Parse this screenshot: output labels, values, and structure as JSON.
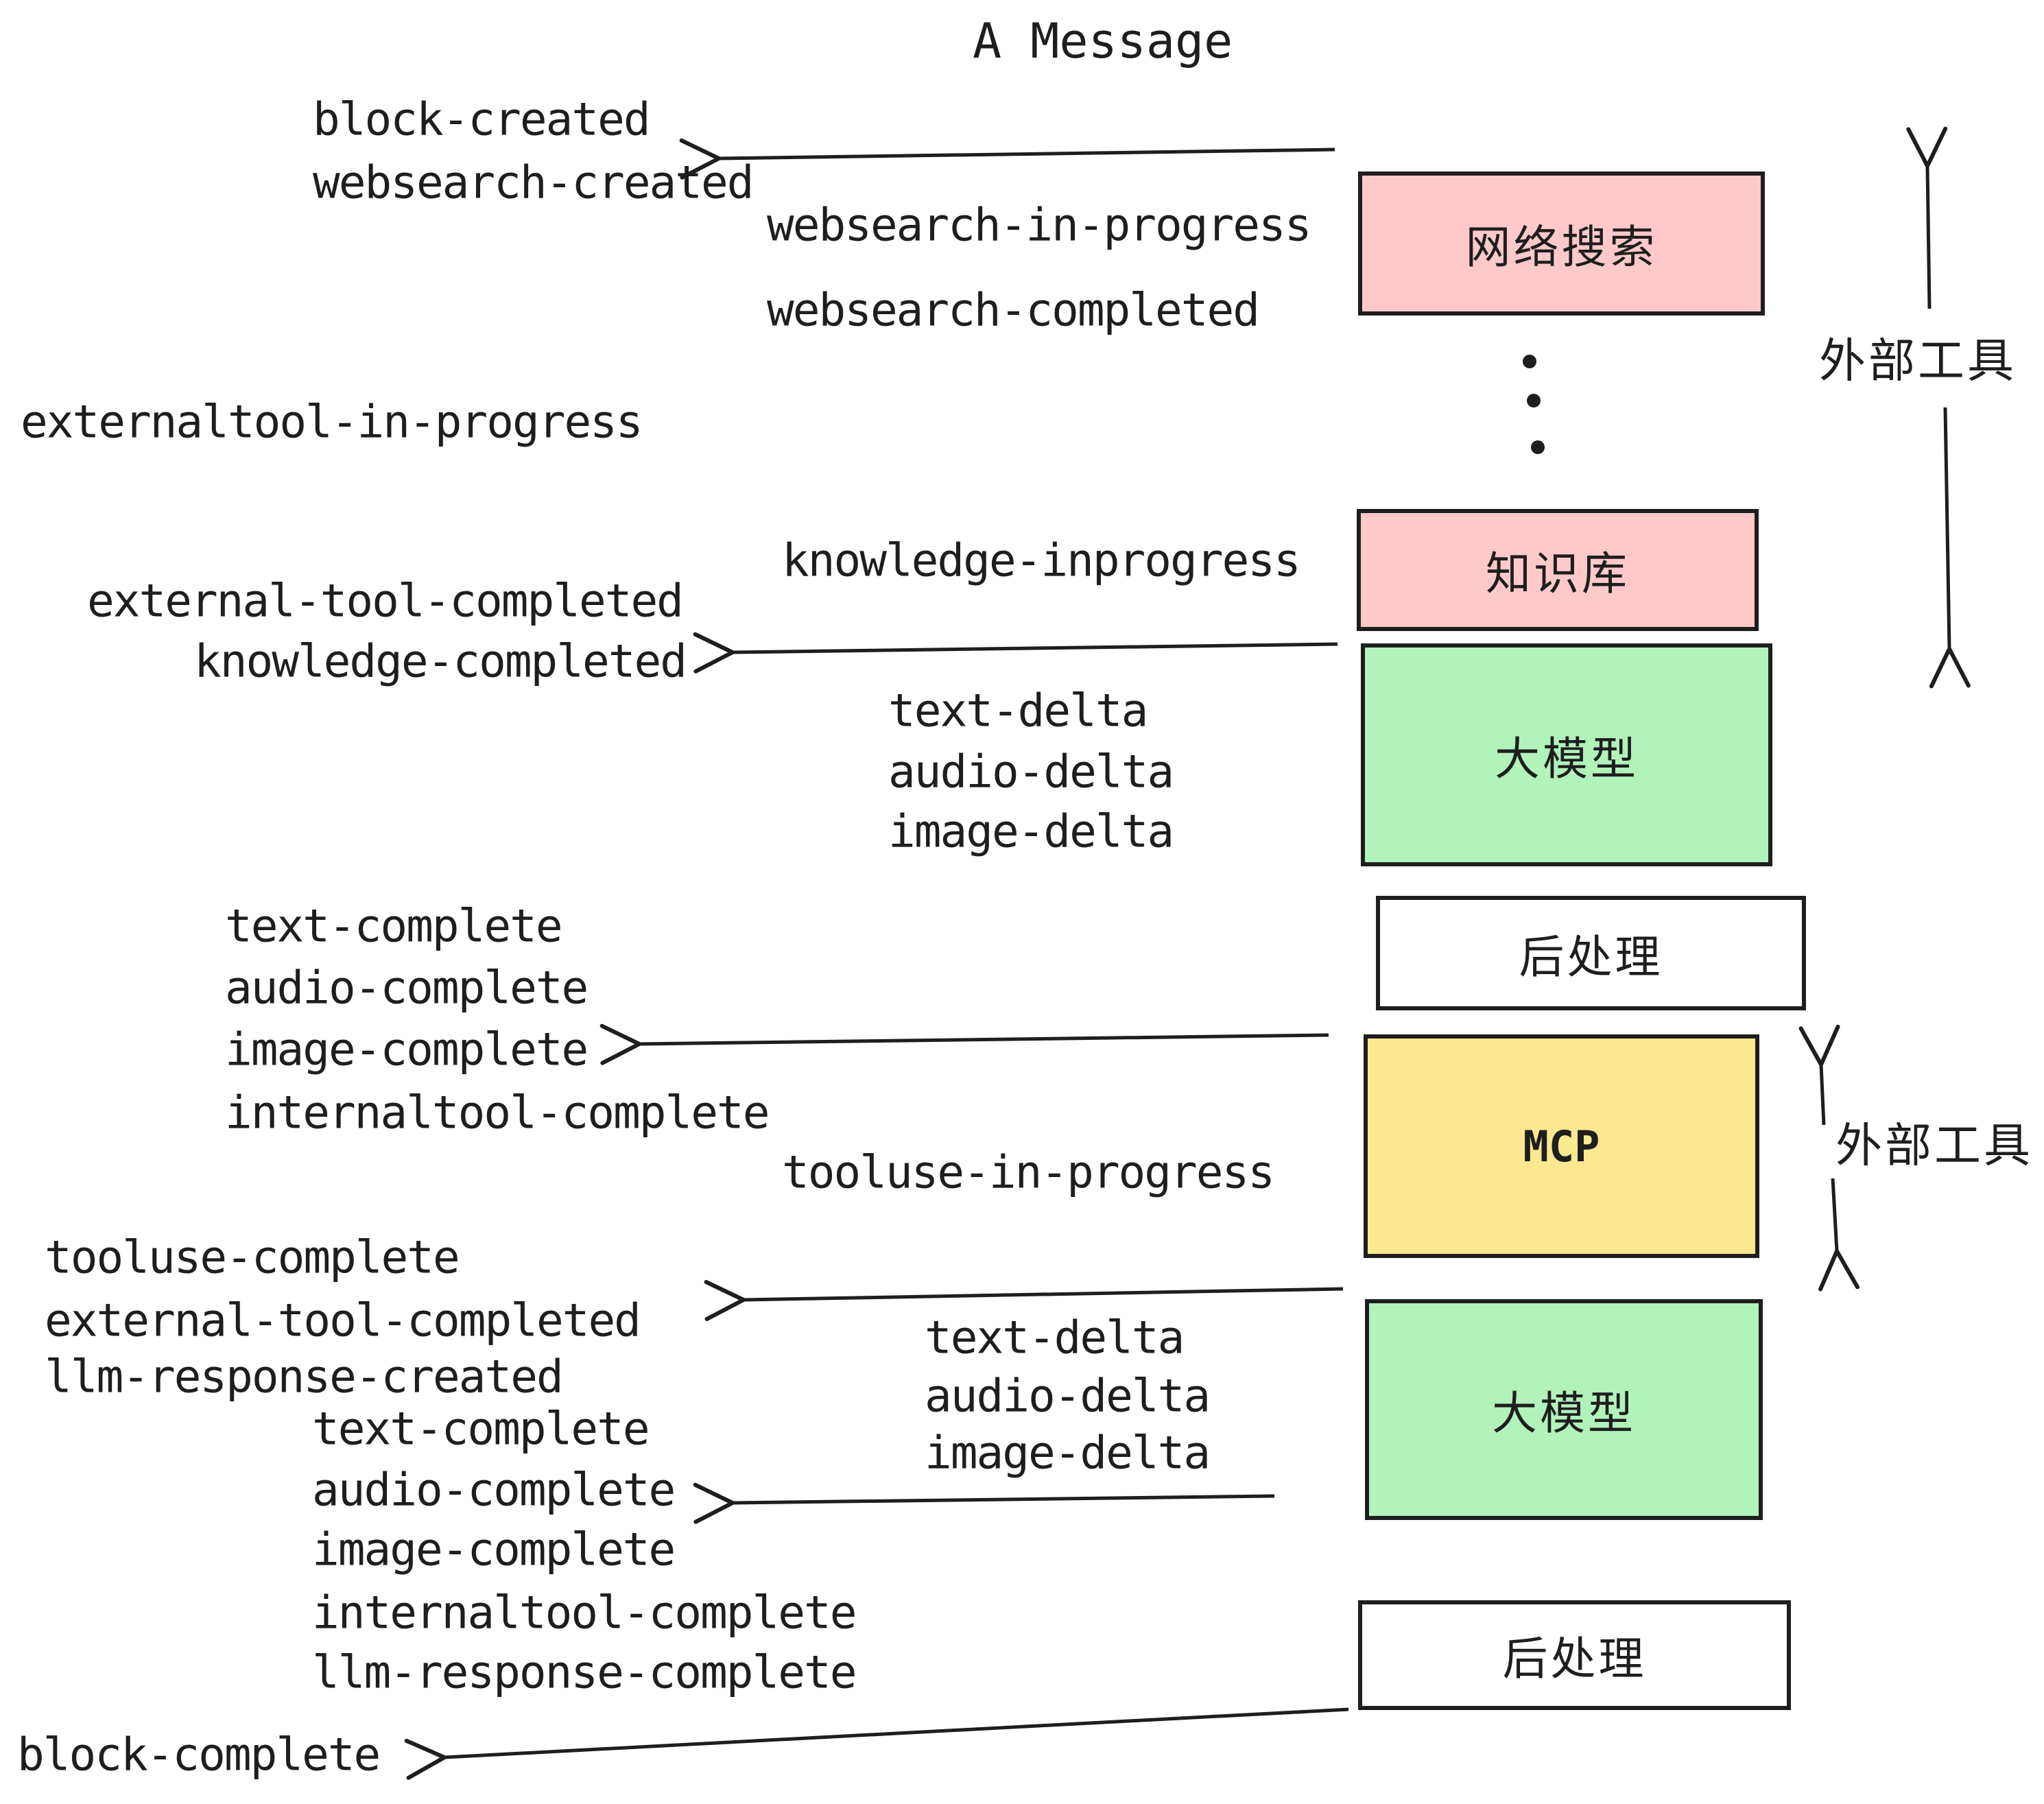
{
  "title": "A Message",
  "events": [
    {
      "text": "block-created"
    },
    {
      "text": "websearch-created"
    },
    {
      "text": "websearch-in-progress"
    },
    {
      "text": "websearch-completed"
    },
    {
      "text": "externaltool-in-progress"
    },
    {
      "text": "knowledge-inprogress"
    },
    {
      "text": "external-tool-completed"
    },
    {
      "text": "knowledge-completed"
    },
    {
      "text": "text-delta"
    },
    {
      "text": "audio-delta"
    },
    {
      "text": "image-delta"
    },
    {
      "text": "text-complete"
    },
    {
      "text": "audio-complete"
    },
    {
      "text": "image-complete"
    },
    {
      "text": "internaltool-complete"
    },
    {
      "text": "tooluse-in-progress"
    },
    {
      "text": "tooluse-complete"
    },
    {
      "text": "external-tool-completed"
    },
    {
      "text": "llm-response-created"
    },
    {
      "text": "text-delta"
    },
    {
      "text": "audio-delta"
    },
    {
      "text": "image-delta"
    },
    {
      "text": "text-complete"
    },
    {
      "text": "audio-complete"
    },
    {
      "text": "image-complete"
    },
    {
      "text": "internaltool-complete"
    },
    {
      "text": "llm-response-complete"
    },
    {
      "text": "block-complete"
    }
  ],
  "boxes": [
    {
      "label": "网络搜索",
      "color": "#FFC9C9"
    },
    {
      "label": "知识库",
      "color": "#FFC9C9"
    },
    {
      "label": "大模型",
      "color": "#B2F2BB"
    },
    {
      "label": "后处理",
      "color": "#FFFFFF"
    },
    {
      "label": "MCP",
      "color": "#FBE890"
    },
    {
      "label": "大模型",
      "color": "#B2F2BB"
    },
    {
      "label": "后处理",
      "color": "#FFFFFF"
    }
  ],
  "side_labels": [
    {
      "text": "外部工具"
    },
    {
      "text": "外部工具"
    }
  ],
  "colors": {
    "ink": "#1e1e1e",
    "pink": "#FFC9C9",
    "green": "#B2F2BB",
    "yellow": "#FBE890",
    "white": "#FFFFFF"
  }
}
